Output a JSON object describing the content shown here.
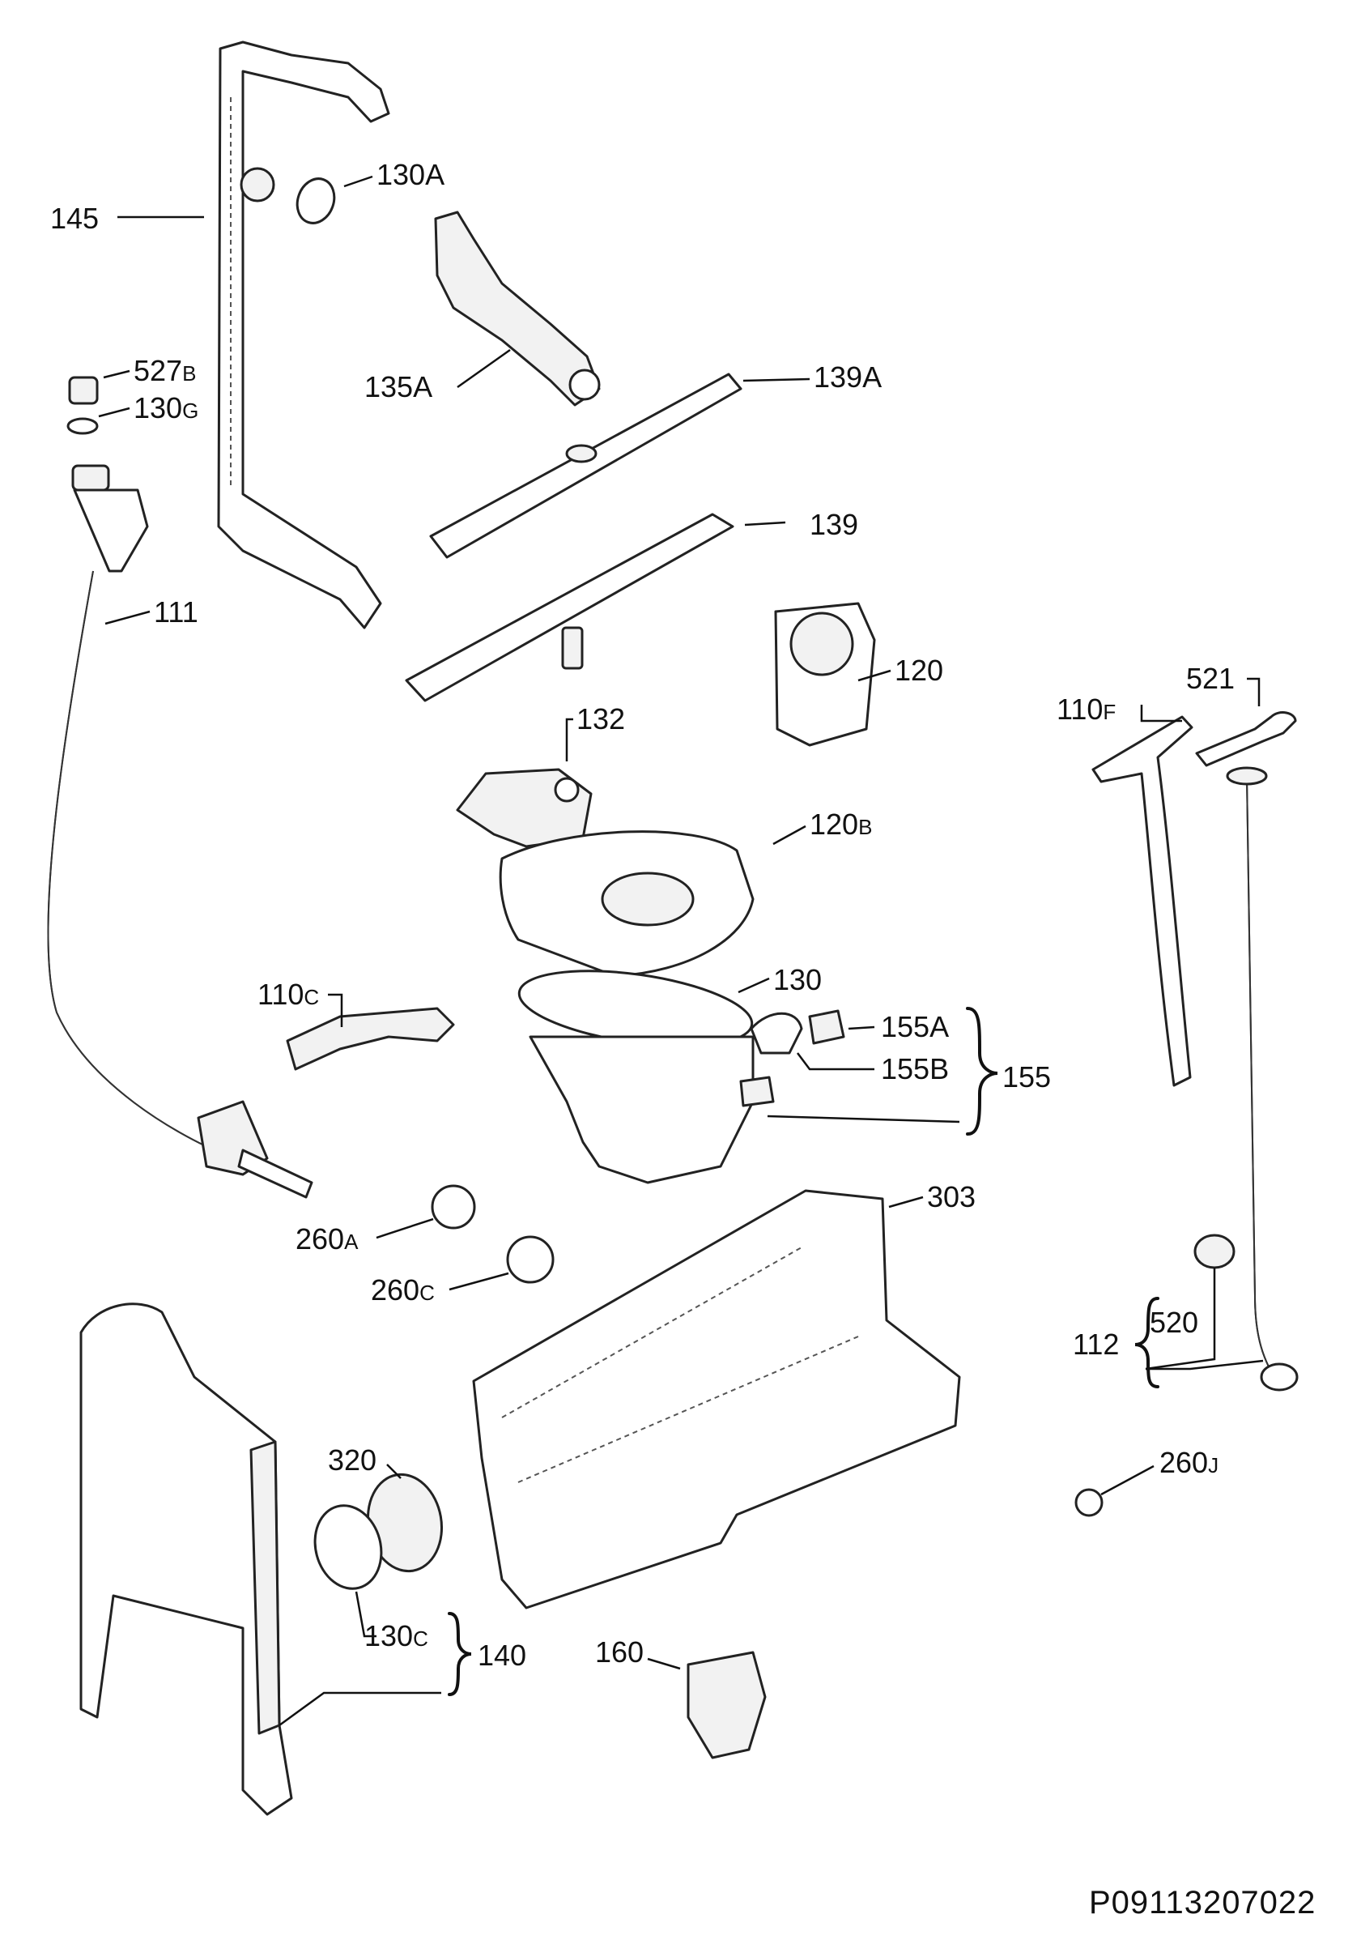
{
  "labels": {
    "p145": {
      "main": "145",
      "suffix": ""
    },
    "p130A": {
      "main": "130A",
      "suffix": ""
    },
    "p527B": {
      "main": "527",
      "suffix": "B"
    },
    "p130G": {
      "main": "130",
      "suffix": "G"
    },
    "p135A": {
      "main": "135A",
      "suffix": ""
    },
    "p139A": {
      "main": "139A",
      "suffix": ""
    },
    "p139": {
      "main": "139",
      "suffix": ""
    },
    "p111": {
      "main": "111",
      "suffix": ""
    },
    "p120": {
      "main": "120",
      "suffix": ""
    },
    "p132": {
      "main": "132",
      "suffix": ""
    },
    "p120B": {
      "main": "120",
      "suffix": "B"
    },
    "p110F": {
      "main": "110",
      "suffix": "F"
    },
    "p521": {
      "main": "521",
      "suffix": ""
    },
    "p110C": {
      "main": "110",
      "suffix": "C"
    },
    "p130": {
      "main": "130",
      "suffix": ""
    },
    "p155A": {
      "main": "155A",
      "suffix": ""
    },
    "p155B": {
      "main": "155B",
      "suffix": ""
    },
    "p155": {
      "main": "155",
      "suffix": ""
    },
    "p303": {
      "main": "303",
      "suffix": ""
    },
    "p260A": {
      "main": "260",
      "suffix": "A"
    },
    "p260C": {
      "main": "260",
      "suffix": "C"
    },
    "p112": {
      "main": "112",
      "suffix": ""
    },
    "p520": {
      "main": "520",
      "suffix": ""
    },
    "p320": {
      "main": "320",
      "suffix": ""
    },
    "p260J": {
      "main": "260",
      "suffix": "J"
    },
    "p130C": {
      "main": "130",
      "suffix": "C"
    },
    "p140": {
      "main": "140",
      "suffix": ""
    },
    "p160": {
      "main": "160",
      "suffix": ""
    }
  },
  "footer": {
    "code": "P09113207022"
  }
}
